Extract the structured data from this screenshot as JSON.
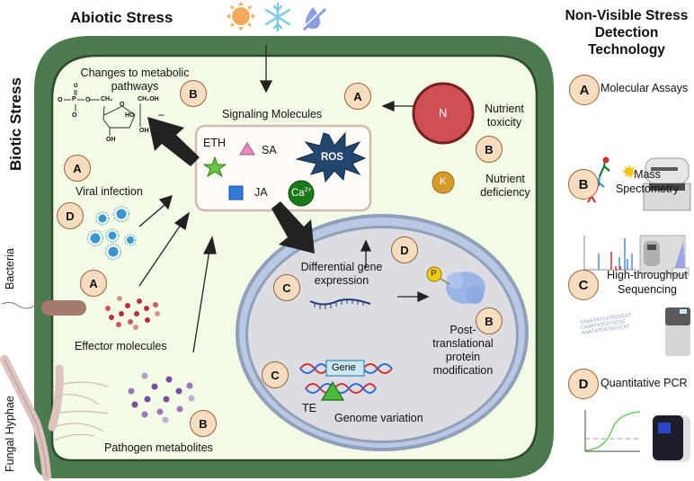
{
  "headings": {
    "abiotic": "Abiotic Stress",
    "biotic": "Biotic Stress",
    "detection": [
      "Non-Visible Stress",
      "Detection",
      "Technology"
    ]
  },
  "abiotic_icons": [
    "sun-icon",
    "snowflake-icon",
    "drought-icon"
  ],
  "side_labels": {
    "bacteria": "Bacteria",
    "fungal": "Fungal Hyphae"
  },
  "cell": {
    "metabolic": {
      "label_line1": "Changes to metabolic",
      "label_line2": "pathways",
      "badge": "B",
      "molecule": {
        "o_top": "O",
        "o_minus": "O",
        "p": "P",
        "o_link": "O",
        "ch2": "CH₂",
        "o_ring": "O",
        "ch2oh": "CH₂OH",
        "ho": "HO",
        "oh1": "OH",
        "oh2": "OH",
        "o_bottom": "O",
        "dash": "–"
      }
    },
    "signaling": {
      "title": "Signaling Molecules",
      "badge": "A",
      "eth": "ETH",
      "sa": "SA",
      "ja": "JA",
      "ros": "ROS",
      "ca": "Ca",
      "ca_sup": "2+"
    },
    "nutrient": {
      "n": "N",
      "k": "K",
      "toxicity_line1": "Nutrient",
      "toxicity_line2": "toxicity",
      "deficiency_line1": "Nutrient",
      "deficiency_line2": "deficiency",
      "badge": "B"
    },
    "viral": {
      "label": "Viral infection",
      "badge_a": "A",
      "badge_d": "D"
    },
    "effector": {
      "label": "Effector molecules",
      "badge": "A"
    },
    "pathogen": {
      "label": "Pathogen metabolites",
      "badge": "B"
    },
    "nucleus": {
      "dge_line1": "Differential gene",
      "dge_line2": "expression",
      "dge_badge": "C",
      "ptm_badge_d": "D",
      "ptm_badge_b": "B",
      "p": "P",
      "ptm_line1": "Post-",
      "ptm_line2": "translational",
      "ptm_line3": "protein",
      "ptm_line4": "modification",
      "gene": "Gene",
      "te": "TE",
      "genome": "Genome variation",
      "genome_badge": "C"
    }
  },
  "technologies": [
    {
      "badge": "A",
      "label_line1": "Molecular Assays",
      "label_line2": ""
    },
    {
      "badge": "B",
      "label_line1": "Mass",
      "label_line2": "Spectometry"
    },
    {
      "badge": "C",
      "label_line1": "High-throughput",
      "label_line2": "Sequencing"
    },
    {
      "badge": "D",
      "label_line1": "Quantitative PCR",
      "label_line2": ""
    }
  ],
  "sequence_text": [
    "CAAATATCATGCGCAT",
    "CAAATATCATGCGC",
    "AAATATCATGCGCAT"
  ],
  "colors": {
    "cell_wall": "#4e7a50",
    "cell_wall_edge": "#3a5a3c",
    "cytoplasm": "#f3fae6",
    "nucleus_fill": "#dcdde2",
    "nucleus_ring": "#b9c9e3",
    "nucleus_ring_edge": "#8fa0b8",
    "badge_fill": "#f6dcc0",
    "badge_border": "#9a6238",
    "nitrogen": "#cf4f53",
    "potassium": "#d49a2a",
    "ros": "#23466e",
    "calcium": "#1a7a1a",
    "eth_star": "#6bc43e",
    "sa_triangle": "#e78bbd",
    "ja_square": "#2f7ad8",
    "virus": "#3a94d0",
    "effector": "#b3313b",
    "metabolite": "#7a4fa0"
  }
}
